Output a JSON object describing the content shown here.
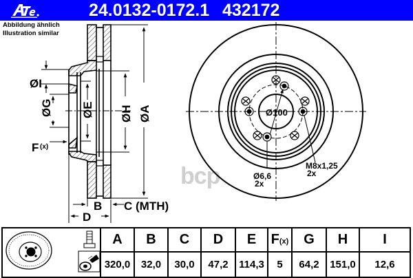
{
  "header": {
    "brand": "Ate",
    "part_number": "24.0132-0172.1",
    "reference_number": "432172",
    "bar_color": "#0000ff"
  },
  "note": {
    "line1": "Abbildung ähnlich",
    "line2": "Illustration similar"
  },
  "section_view": {
    "labels": {
      "I": "ØI",
      "G": "ØG",
      "E": "ØE",
      "H": "ØH",
      "A": "ØA",
      "F": "F",
      "F_sub": "(x)",
      "B": "B",
      "C": "C (MTH)",
      "D": "D"
    }
  },
  "front_view": {
    "center_bore_label": "Ø100",
    "hole_label": "Ø6,6",
    "hole_count": "2x",
    "thread_label": "M8x1,25",
    "thread_count": "2x"
  },
  "watermark": "bcp",
  "spec_table": {
    "columns": [
      {
        "key": "A",
        "label": "A",
        "value": "320,0"
      },
      {
        "key": "B",
        "label": "B",
        "value": "32,0"
      },
      {
        "key": "C",
        "label": "C",
        "value": "30,0"
      },
      {
        "key": "D",
        "label": "D",
        "value": "47,2"
      },
      {
        "key": "E",
        "label": "E",
        "value": "114,3"
      },
      {
        "key": "F",
        "label": "F",
        "label_sub": "(x)",
        "value": "5"
      },
      {
        "key": "G",
        "label": "G",
        "value": "64,2"
      },
      {
        "key": "H",
        "label": "H",
        "value": "151,0"
      },
      {
        "key": "I",
        "label": "I",
        "value": "12,6"
      }
    ],
    "icons": [
      "brake-disc-icon",
      "bolt-icon",
      "cleaning-spray-icon"
    ]
  }
}
